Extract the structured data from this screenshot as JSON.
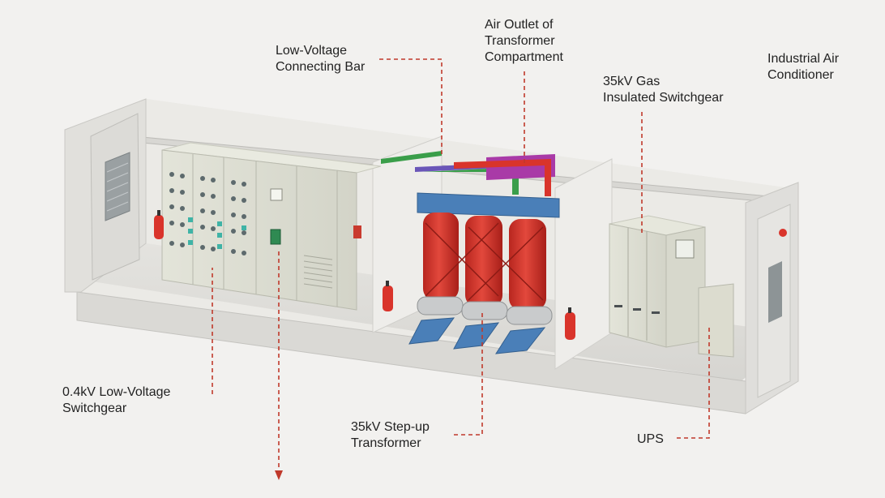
{
  "labels": {
    "low_voltage_bar": "Low-Voltage\nConnecting Bar",
    "air_outlet": "Air Outlet of\nTransformer\nCompartment",
    "industrial_ac": "Industrial Air\nConditioner",
    "gas_switchgear": "35kV Gas\nInsulated Switchgear",
    "lv_switchgear": "0.4kV Low-Voltage\nSwitchgear",
    "step_up_transformer": "35kV Step-up\nTransformer",
    "ups": "UPS"
  },
  "colors": {
    "leader_line": "#c0392b",
    "container": "#e9e8e4",
    "transformer": "#d9342b",
    "transformer_frame": "#4a7fb8",
    "cabinet": "#dfe0d4"
  }
}
